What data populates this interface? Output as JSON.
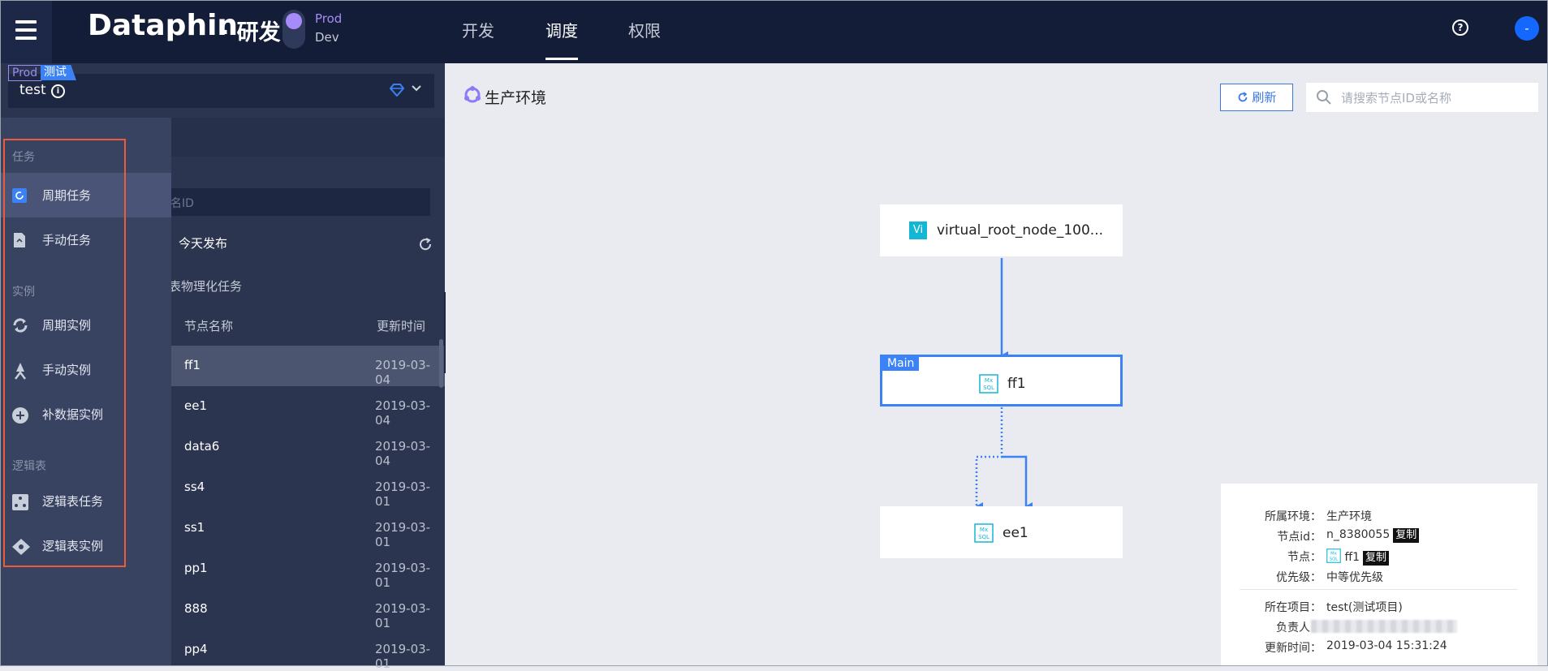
{
  "header": {
    "brand": "Dataphin",
    "brand_sub": "· 研发",
    "env_prod": "Prod",
    "env_dev": "Dev",
    "nav": [
      "开发",
      "调度",
      "权限"
    ],
    "active_nav": "调度",
    "avatar_text": "-"
  },
  "project": {
    "tag_env": "Prod",
    "tag_name": "测试",
    "name": "test"
  },
  "left_panel": {
    "filter_placeholder": "名ID",
    "today_label": "今天发布",
    "group_label": "表物理化任务",
    "columns": {
      "node": "节点名称",
      "time": "更新时间"
    },
    "rows": [
      {
        "name": "ff1",
        "date": "2019-03-04"
      },
      {
        "name": "ee1",
        "date": "2019-03-04"
      },
      {
        "name": "data6",
        "date": "2019-03-04"
      },
      {
        "name": "ss4",
        "date": "2019-03-01"
      },
      {
        "name": "ss1",
        "date": "2019-03-01"
      },
      {
        "name": "pp1",
        "date": "2019-03-01"
      },
      {
        "name": "888",
        "date": "2019-03-01"
      },
      {
        "name": "pp4",
        "date": "2019-03-01"
      }
    ]
  },
  "menu": {
    "sections": [
      {
        "title": "任务",
        "items": [
          "周期任务",
          "手动任务"
        ]
      },
      {
        "title": "实例",
        "items": [
          "周期实例",
          "手动实例",
          "补数据实例"
        ]
      },
      {
        "title": "逻辑表",
        "items": [
          "逻辑表任务",
          "逻辑表实例"
        ]
      }
    ],
    "active_item": "周期任务"
  },
  "canvas": {
    "title": "生产环境",
    "refresh_label": "刷新",
    "search_placeholder": "请搜索节点ID或名称",
    "nodes": {
      "root": {
        "badge": "Vi",
        "name": "virtual_root_node_100..."
      },
      "ff1": {
        "tag": "Main",
        "name": "ff1"
      },
      "ee1": {
        "name": "ee1"
      }
    },
    "mx_icon_text": [
      "Mx",
      "SQL"
    ]
  },
  "info": {
    "env_label": "所属环境：",
    "env_value": "生产环境",
    "nodeid_label": "节点id：",
    "nodeid_value": "n_8380055",
    "node_label": "节点：",
    "node_value": "ff1",
    "priority_label": "优先级：",
    "priority_value": "中等优先级",
    "project_label": "所在项目：",
    "project_value": "test(测试项目)",
    "owner_label": "负责人：",
    "updated_label": "更新时间：",
    "updated_value": "2019-03-04 15:31:24",
    "copy_label": "复制"
  },
  "colors": {
    "topbar": "#141d38",
    "accent": "#3b82f6",
    "highlight_border": "#ec5b3b",
    "prod_purple": "#a78bfa"
  }
}
